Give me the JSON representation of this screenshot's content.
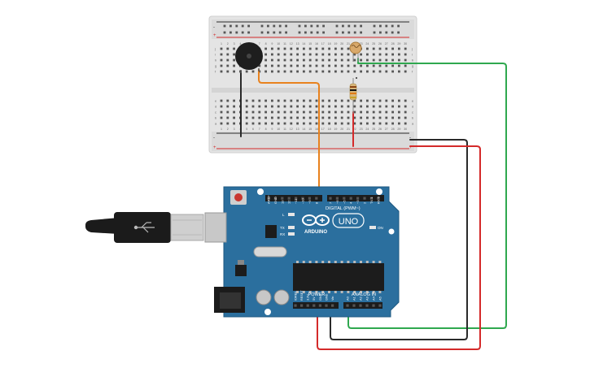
{
  "breadboard": {
    "rail_plus": "+",
    "rail_minus": "-",
    "row_letters_top": [
      "j",
      "i",
      "h",
      "g",
      "f"
    ],
    "row_letters_bottom": [
      "e",
      "d",
      "c",
      "b",
      "a"
    ],
    "column_numbers": [
      "1",
      "2",
      "3",
      "4",
      "5",
      "6",
      "7",
      "8",
      "9",
      "10",
      "11",
      "12",
      "13",
      "14",
      "15",
      "16",
      "17",
      "18",
      "19",
      "20",
      "21",
      "22",
      "23",
      "24",
      "25",
      "26",
      "27",
      "28",
      "29",
      "30"
    ]
  },
  "arduino": {
    "logo_text": "UNO",
    "brand": "ARDUINO",
    "digital_label": "DIGITAL (PWM~)",
    "on_label": "ON",
    "tx_label": "TX",
    "rx_label": "RX",
    "l_label": "L",
    "power_label": "POWER",
    "analog_label": "ANALOG IN",
    "digital_pins": [
      "AREF",
      "GND",
      "13",
      "12",
      "~11",
      "~10",
      "~9",
      "8",
      "7",
      "~6",
      "~5",
      "4",
      "~3",
      "2",
      "TX 1",
      "RX 0"
    ],
    "power_pins": [
      "IOREF",
      "RESET",
      "3.3V",
      "5V",
      "GND",
      "GND",
      "Vin"
    ],
    "analog_pins": [
      "A0",
      "A1",
      "A2",
      "A3",
      "A4",
      "A5"
    ]
  },
  "colors": {
    "board_blue": "#2b6f9e",
    "breadboard": "#e6e6e6",
    "wire_green": "#2fa84f",
    "wire_red": "#d42a2a",
    "wire_black": "#2a2a2a",
    "wire_orange": "#e8821e"
  }
}
